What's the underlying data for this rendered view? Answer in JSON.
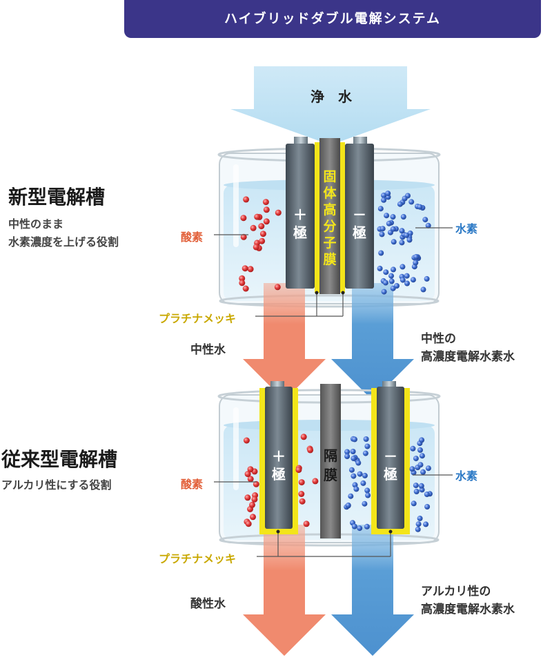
{
  "title": "ハイブリッドダブル電解システム",
  "inlet_label": "浄　水",
  "new_cell": {
    "heading": "新型電解槽",
    "description": [
      "中性のまま",
      "水素濃度を上げる役割"
    ],
    "anode": [
      "＋",
      "極"
    ],
    "cathode": [
      "－",
      "極"
    ],
    "membrane": "固体高分子膜",
    "oxygen_label": "酸素",
    "hydrogen_label": "水素",
    "plating_label": "プラチナメッキ",
    "out_left": [
      "中性水"
    ],
    "out_right": [
      "中性の",
      "高濃度電解水素水"
    ]
  },
  "old_cell": {
    "heading": "従来型電解槽",
    "description": [
      "アルカリ性にする役割"
    ],
    "anode": [
      "＋",
      "極"
    ],
    "cathode": [
      "－",
      "極"
    ],
    "membrane": "隔膜",
    "oxygen_label": "酸素",
    "hydrogen_label": "水素",
    "plating_label": "プラチナメッキ",
    "out_left": [
      "酸性水"
    ],
    "out_right": [
      "アルカリ性の",
      "高濃度電解水素水"
    ]
  },
  "colors": {
    "title_bg": "#3b3589",
    "oxygen": "#e03a3a",
    "hydrogen": "#3f6fd0",
    "acid_arrow": "#f08a6e",
    "alkaline_arrow": "#5a9ed6",
    "plating": "#f3e51a"
  }
}
